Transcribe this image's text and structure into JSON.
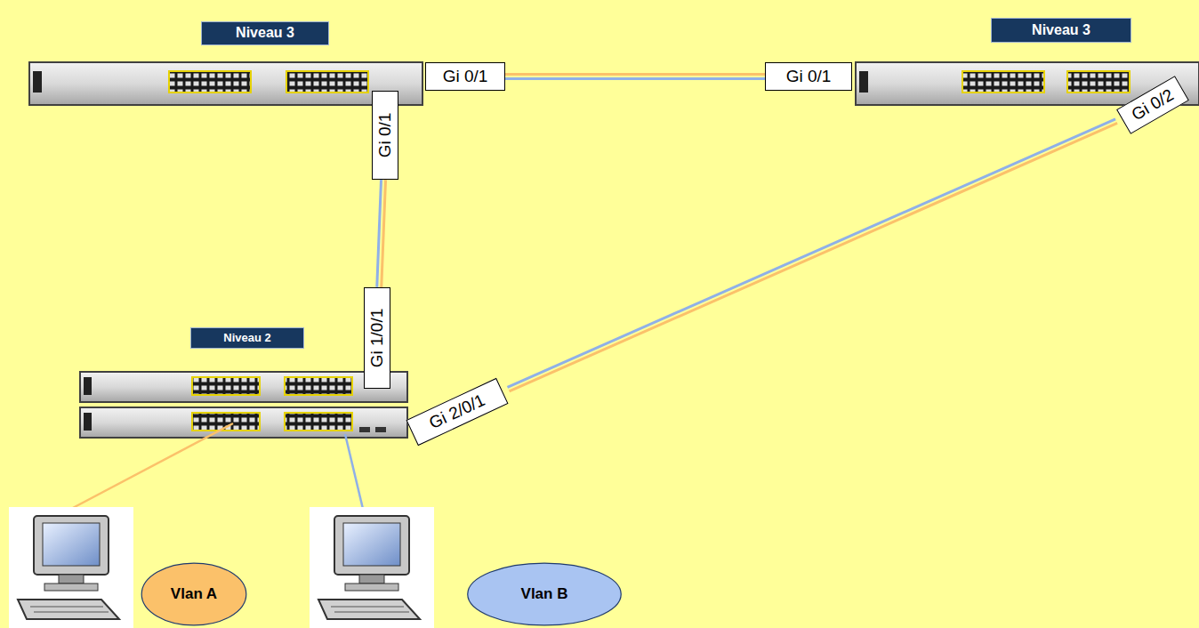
{
  "diagram": {
    "nodes": [
      {
        "text": [
          "Niveau 3"
        ]
      },
      {
        "text": [
          "Niveau 3"
        ]
      },
      {
        "text": [
          "Gi 0/1"
        ]
      },
      {
        "text": [
          "Gi 0/1"
        ]
      },
      {
        "text": [
          "Gi 0/2"
        ]
      },
      {
        "text": [
          "Gi 0/1"
        ]
      },
      {
        "text": [
          "Niveau 2"
        ]
      },
      {
        "text": [
          "Gi 1/0/1"
        ]
      },
      {
        "text": [
          "Gi 2/0/1"
        ]
      },
      {
        "text": [
          "Vlan A"
        ]
      },
      {
        "text": [
          "Vlan B"
        ]
      }
    ],
    "edges": [
      {
        "from": 2,
        "to": 3,
        "arrow": "none"
      },
      {
        "from": 2,
        "to": 3,
        "arrow": "none"
      },
      {
        "from": 5,
        "to": 7,
        "arrow": "none"
      },
      {
        "from": 5,
        "to": 7,
        "arrow": "none"
      },
      {
        "from": 4,
        "to": 8,
        "arrow": "none"
      },
      {
        "from": 4,
        "to": 8,
        "arrow": "none"
      }
    ]
  }
}
